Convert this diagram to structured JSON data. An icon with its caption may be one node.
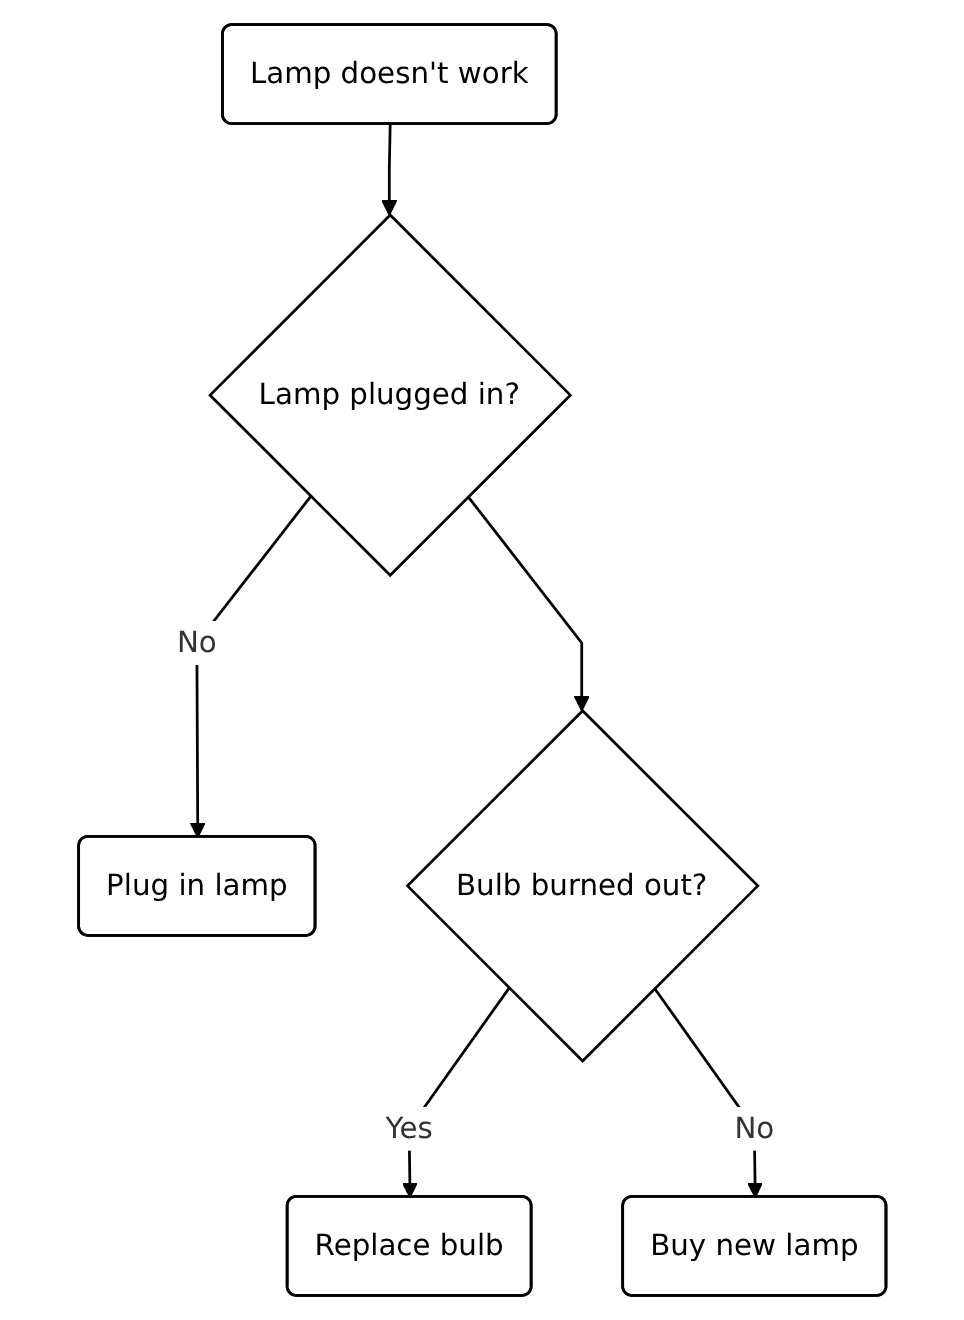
{
  "diagram": {
    "nodes": [
      {
        "text": [
          "Lamp doesn't work"
        ]
      },
      {
        "text": [
          "Lamp plugged in?"
        ]
      },
      {
        "text": [
          "Plug in lamp"
        ]
      },
      {
        "text": [
          "Bulb burned out?"
        ]
      },
      {
        "text": [
          "Replace bulb"
        ]
      },
      {
        "text": [
          "Buy new lamp"
        ]
      }
    ],
    "edges": [
      {
        "from": 0,
        "to": 1,
        "arrow": "to"
      },
      {
        "from": 1,
        "to": 2,
        "arrow": "to",
        "label": "No"
      },
      {
        "from": 1,
        "to": 3,
        "arrow": "to"
      },
      {
        "from": 3,
        "to": 4,
        "arrow": "to",
        "label": "Yes"
      },
      {
        "from": 3,
        "to": 5,
        "arrow": "to",
        "label": "No"
      }
    ]
  }
}
